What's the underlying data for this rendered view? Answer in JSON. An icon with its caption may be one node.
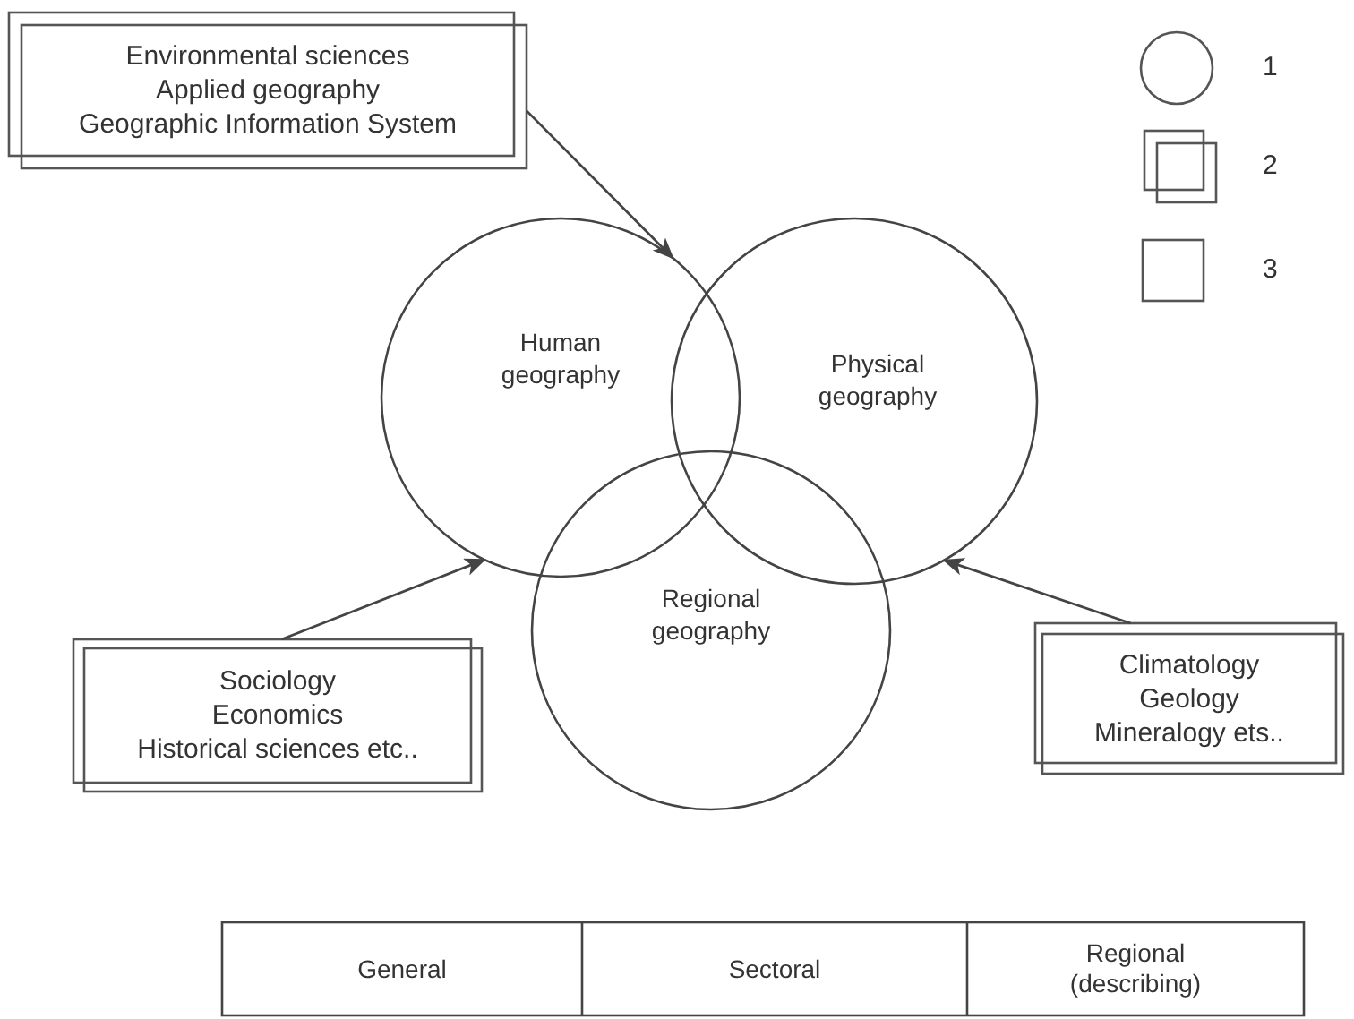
{
  "diagram": {
    "nodes": [
      {
        "text": [
          "Environmental sciences",
          "Applied geography",
          "Geographic Information System"
        ]
      },
      {
        "text": [
          "Human geography"
        ]
      },
      {
        "text": [
          "Physical geography"
        ]
      },
      {
        "text": [
          "Regional geography"
        ]
      },
      {
        "text": [
          "Sociology",
          "Economics",
          "Historical sciences etc.."
        ]
      },
      {
        "text": [
          "Climatology",
          "Geology",
          "Mineralogy ets.."
        ]
      }
    ],
    "edges": [
      {
        "from": 0,
        "to": 1,
        "arrow": "to"
      },
      {
        "from": 4,
        "to": 1,
        "arrow": "to"
      },
      {
        "from": 5,
        "to": 2,
        "arrow": "to"
      }
    ],
    "labels": [
      "General",
      "Sectoral",
      "Regional (describing)"
    ],
    "legend": [
      {
        "text": "1"
      },
      {
        "text": "2"
      },
      {
        "text": "3"
      }
    ]
  }
}
